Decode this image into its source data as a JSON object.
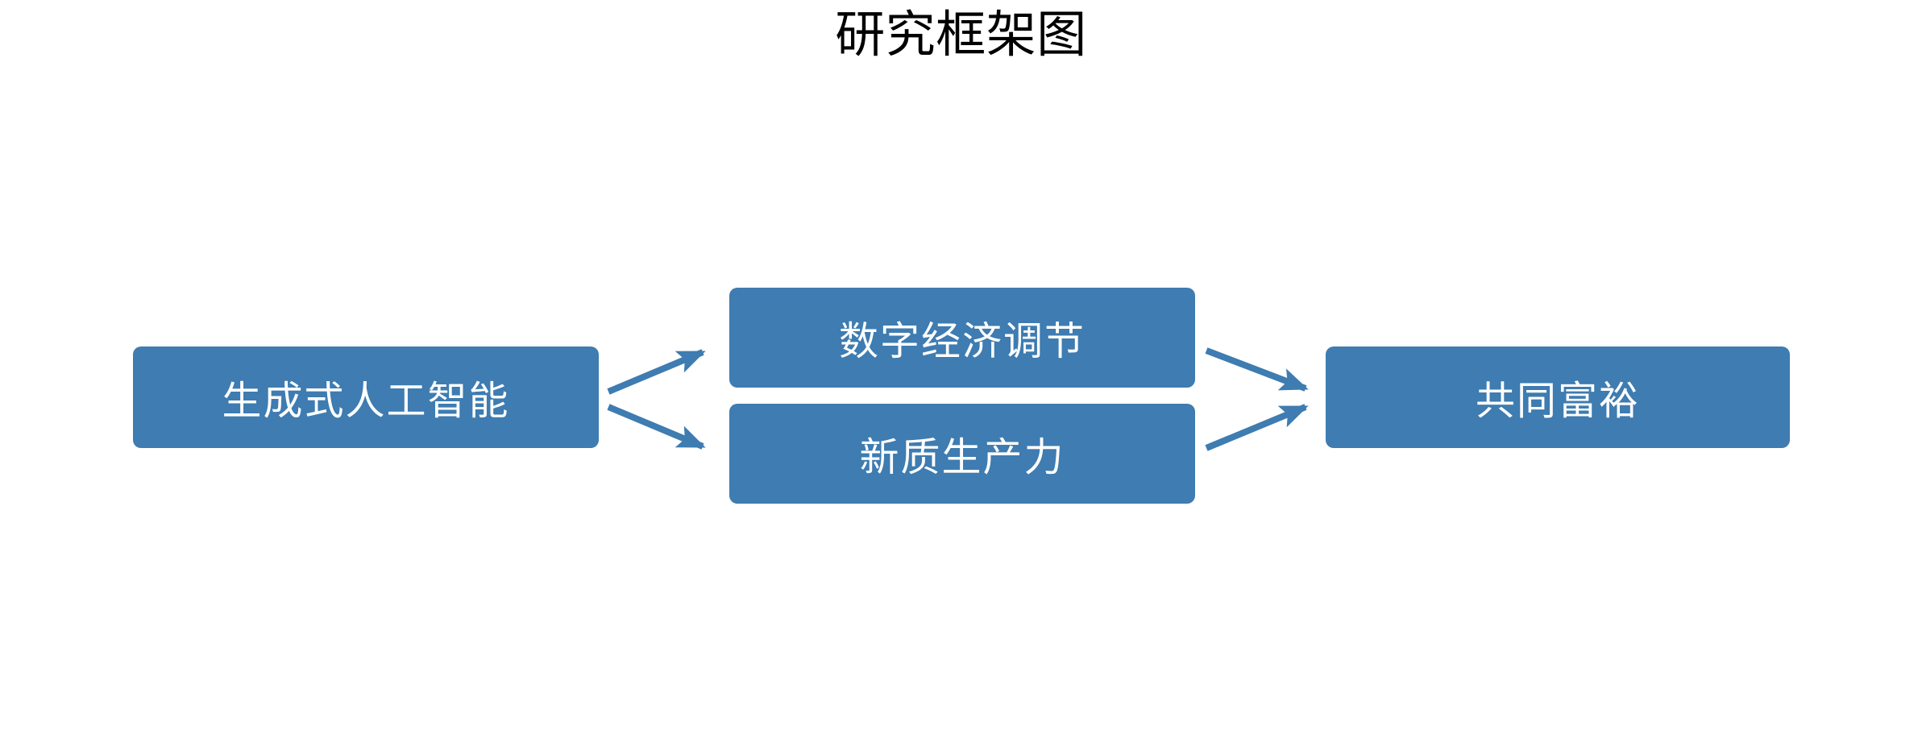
{
  "title": "研究框架图",
  "colors": {
    "node_fill": "#3E7CB1",
    "node_text": "#FFFFFF",
    "arrow": "#3E7CB1",
    "title_text": "#000000",
    "background": "#FFFFFF"
  },
  "diagram": {
    "type": "flowchart",
    "nodes": [
      {
        "id": "gai",
        "label": "生成式人工智能",
        "column": "left"
      },
      {
        "id": "digital_economy",
        "label": "数字经济调节",
        "column": "middle-top"
      },
      {
        "id": "new_productivity",
        "label": "新质生产力",
        "column": "middle-bottom"
      },
      {
        "id": "common_prosperity",
        "label": "共同富裕",
        "column": "right"
      }
    ],
    "edges": [
      {
        "id": "e1",
        "from": "gai",
        "to": "digital_economy",
        "label": "",
        "arrowhead": "end"
      },
      {
        "id": "e2",
        "from": "gai",
        "to": "new_productivity",
        "label": "",
        "arrowhead": "end"
      },
      {
        "id": "e3",
        "from": "digital_economy",
        "to": "common_prosperity",
        "label": "",
        "arrowhead": "end"
      },
      {
        "id": "e4",
        "from": "new_productivity",
        "to": "common_prosperity",
        "label": "",
        "arrowhead": "end"
      }
    ]
  }
}
